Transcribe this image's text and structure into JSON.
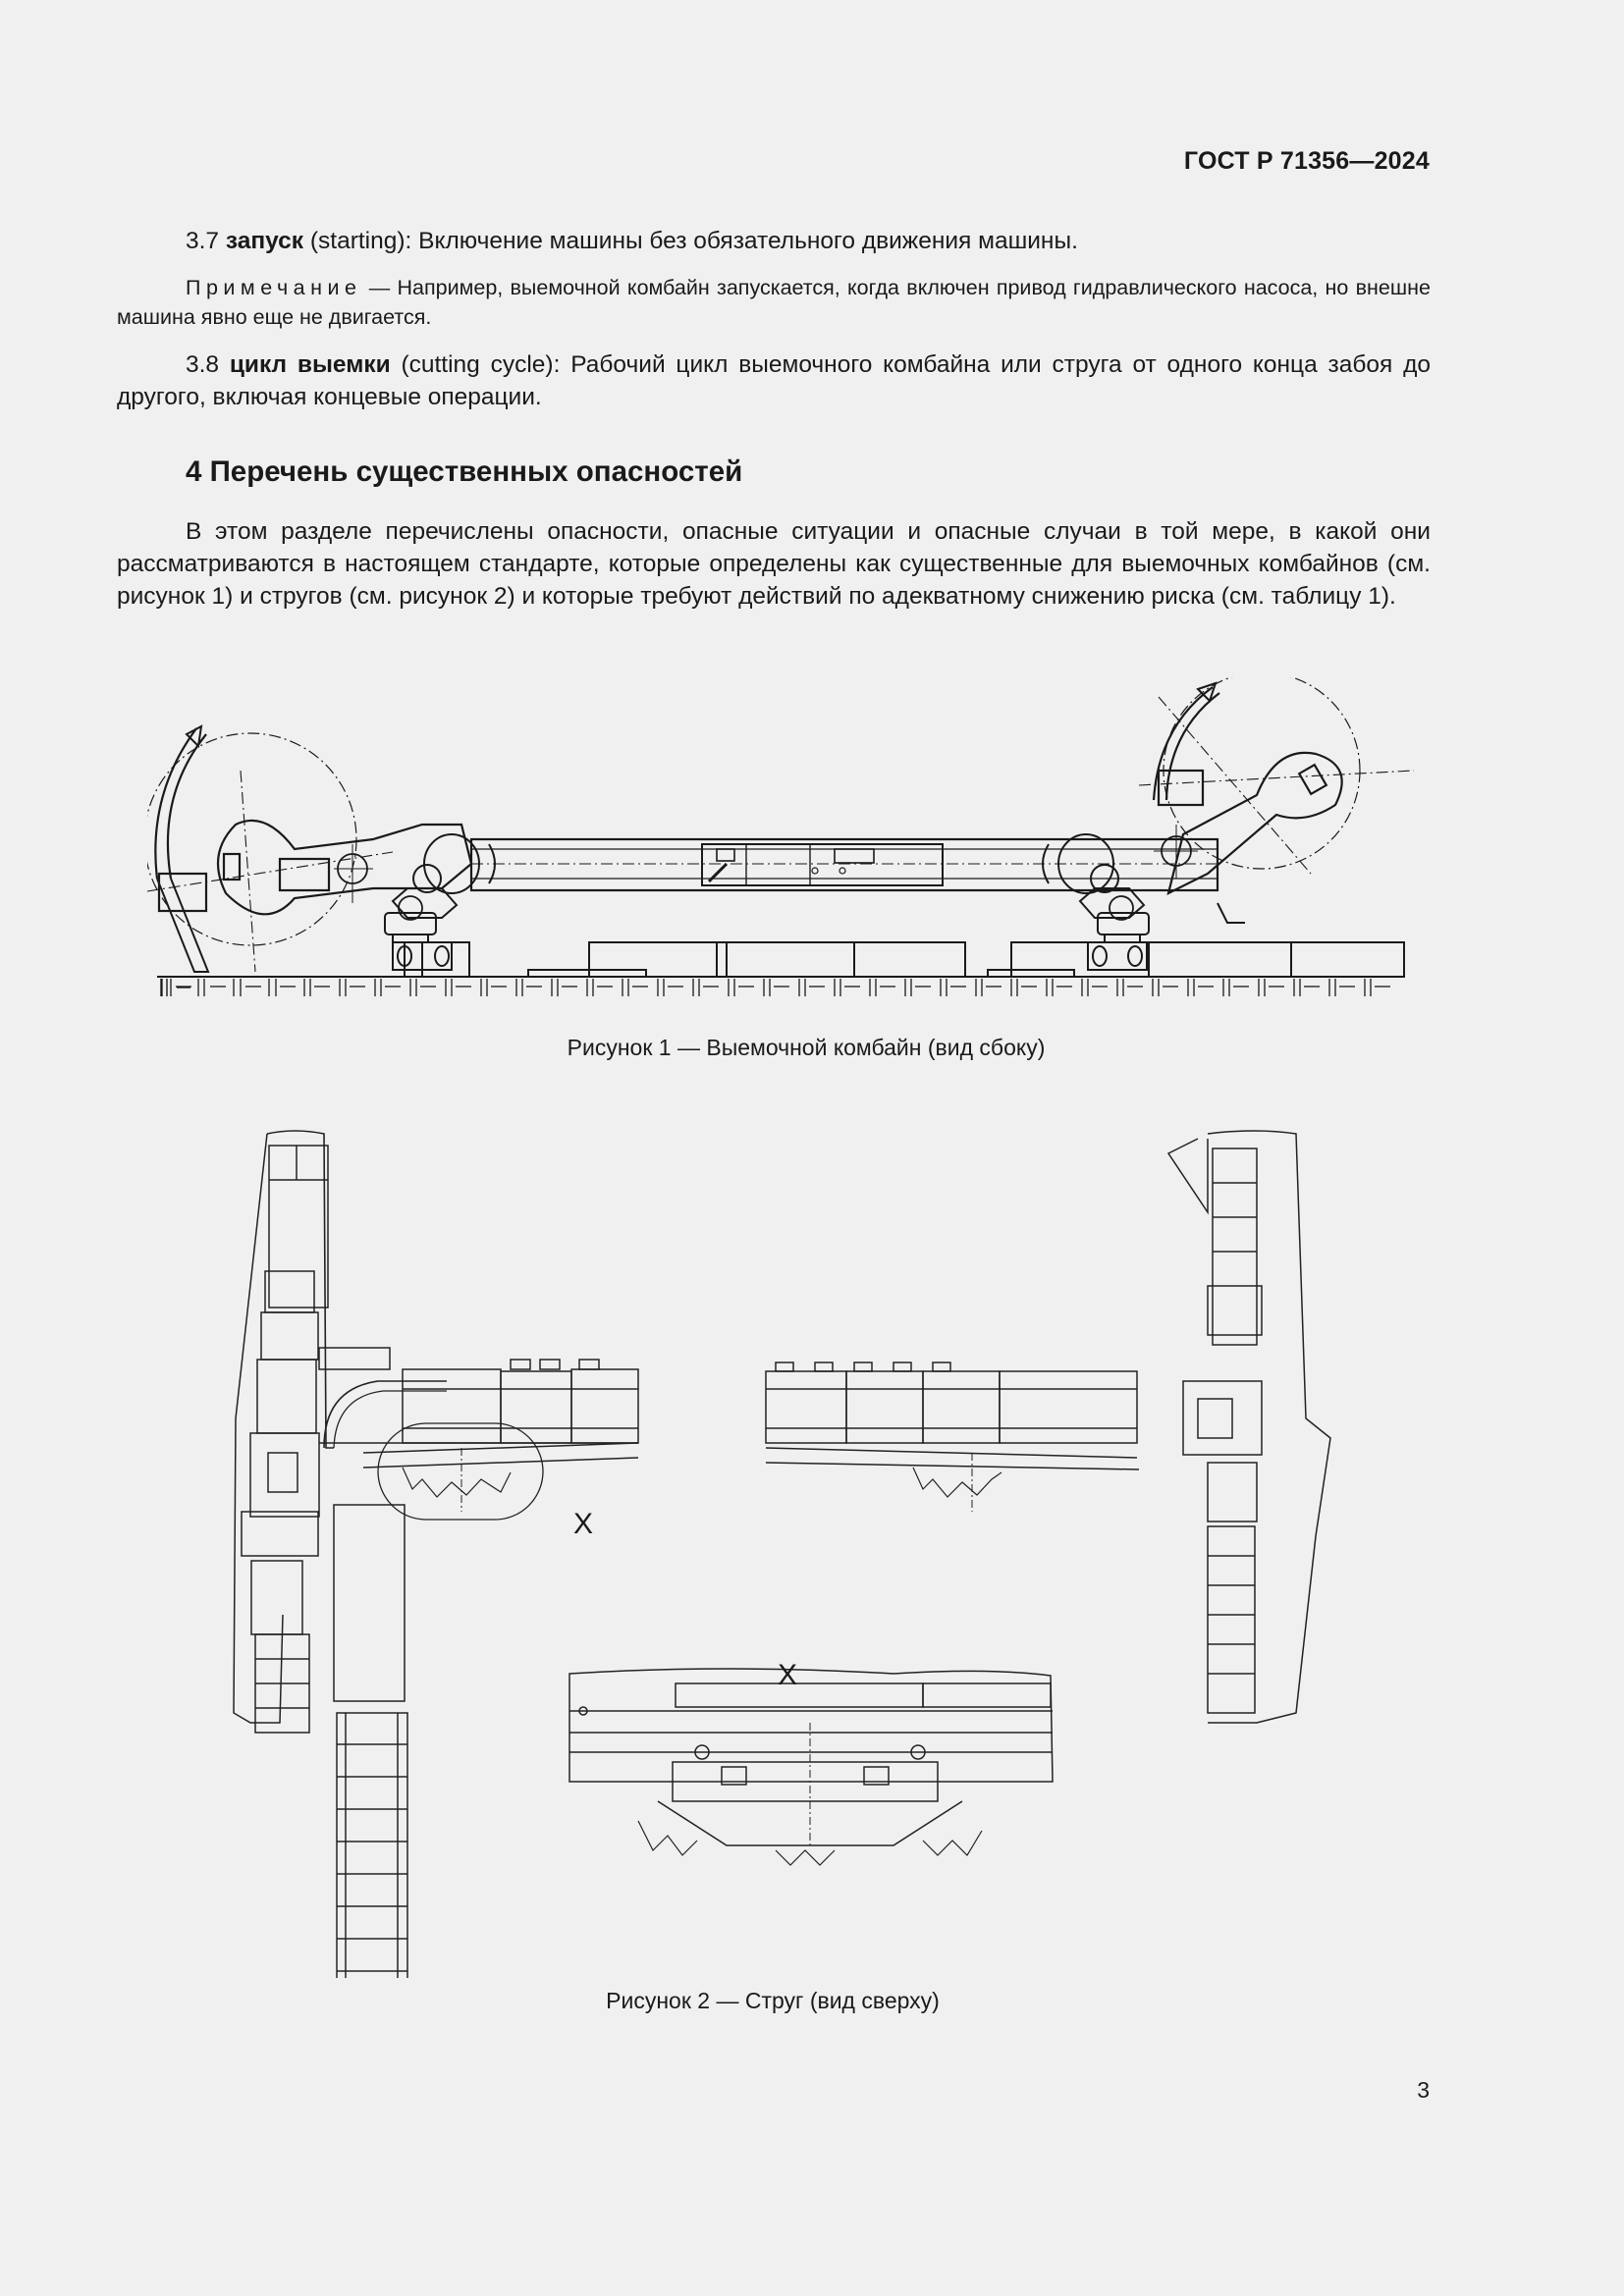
{
  "header": {
    "doc_code": "ГОСТ Р 71356—2024"
  },
  "clauses": [
    {
      "number": "3.7",
      "term": "запуск",
      "term_en": "(starting):",
      "definition": "Включение машины без обязательного движения машины."
    },
    {
      "number": "3.8",
      "term": "цикл выемки",
      "term_en": "(cutting cycle):",
      "definition": "Рабочий цикл выемочного комбайна или струга от одного конца забоя до другого, включая концевые операции."
    }
  ],
  "note": {
    "label": "Примечание",
    "dash": "—",
    "text": "Например, выемочной комбайн запускается, когда включен привод гидравлического насоса, но внешне машина явно еще не двигается."
  },
  "section": {
    "heading": "4 Перечень существенных опасностей",
    "paragraph": "В этом разделе перечислены опасности, опасные ситуации и опасные случаи в той мере, в какой они рассматриваются в настоящем стандарте, которые определены как существенные для выемочных комбайнов (см. рисунок 1) и стругов (см. рисунок 2) и которые требуют действий по адекватному снижению риска (см. таблицу 1)."
  },
  "figures": [
    {
      "caption": "Рисунок 1 — Выемочной комбайн (вид сбоку)",
      "description": "shearer-loader side view line drawing"
    },
    {
      "caption": "Рисунок 2 — Струг (вид сверху)",
      "description": "plough top view line drawing",
      "detail_labels": [
        "X",
        "X"
      ]
    }
  ],
  "footer": {
    "page_number": "3"
  }
}
